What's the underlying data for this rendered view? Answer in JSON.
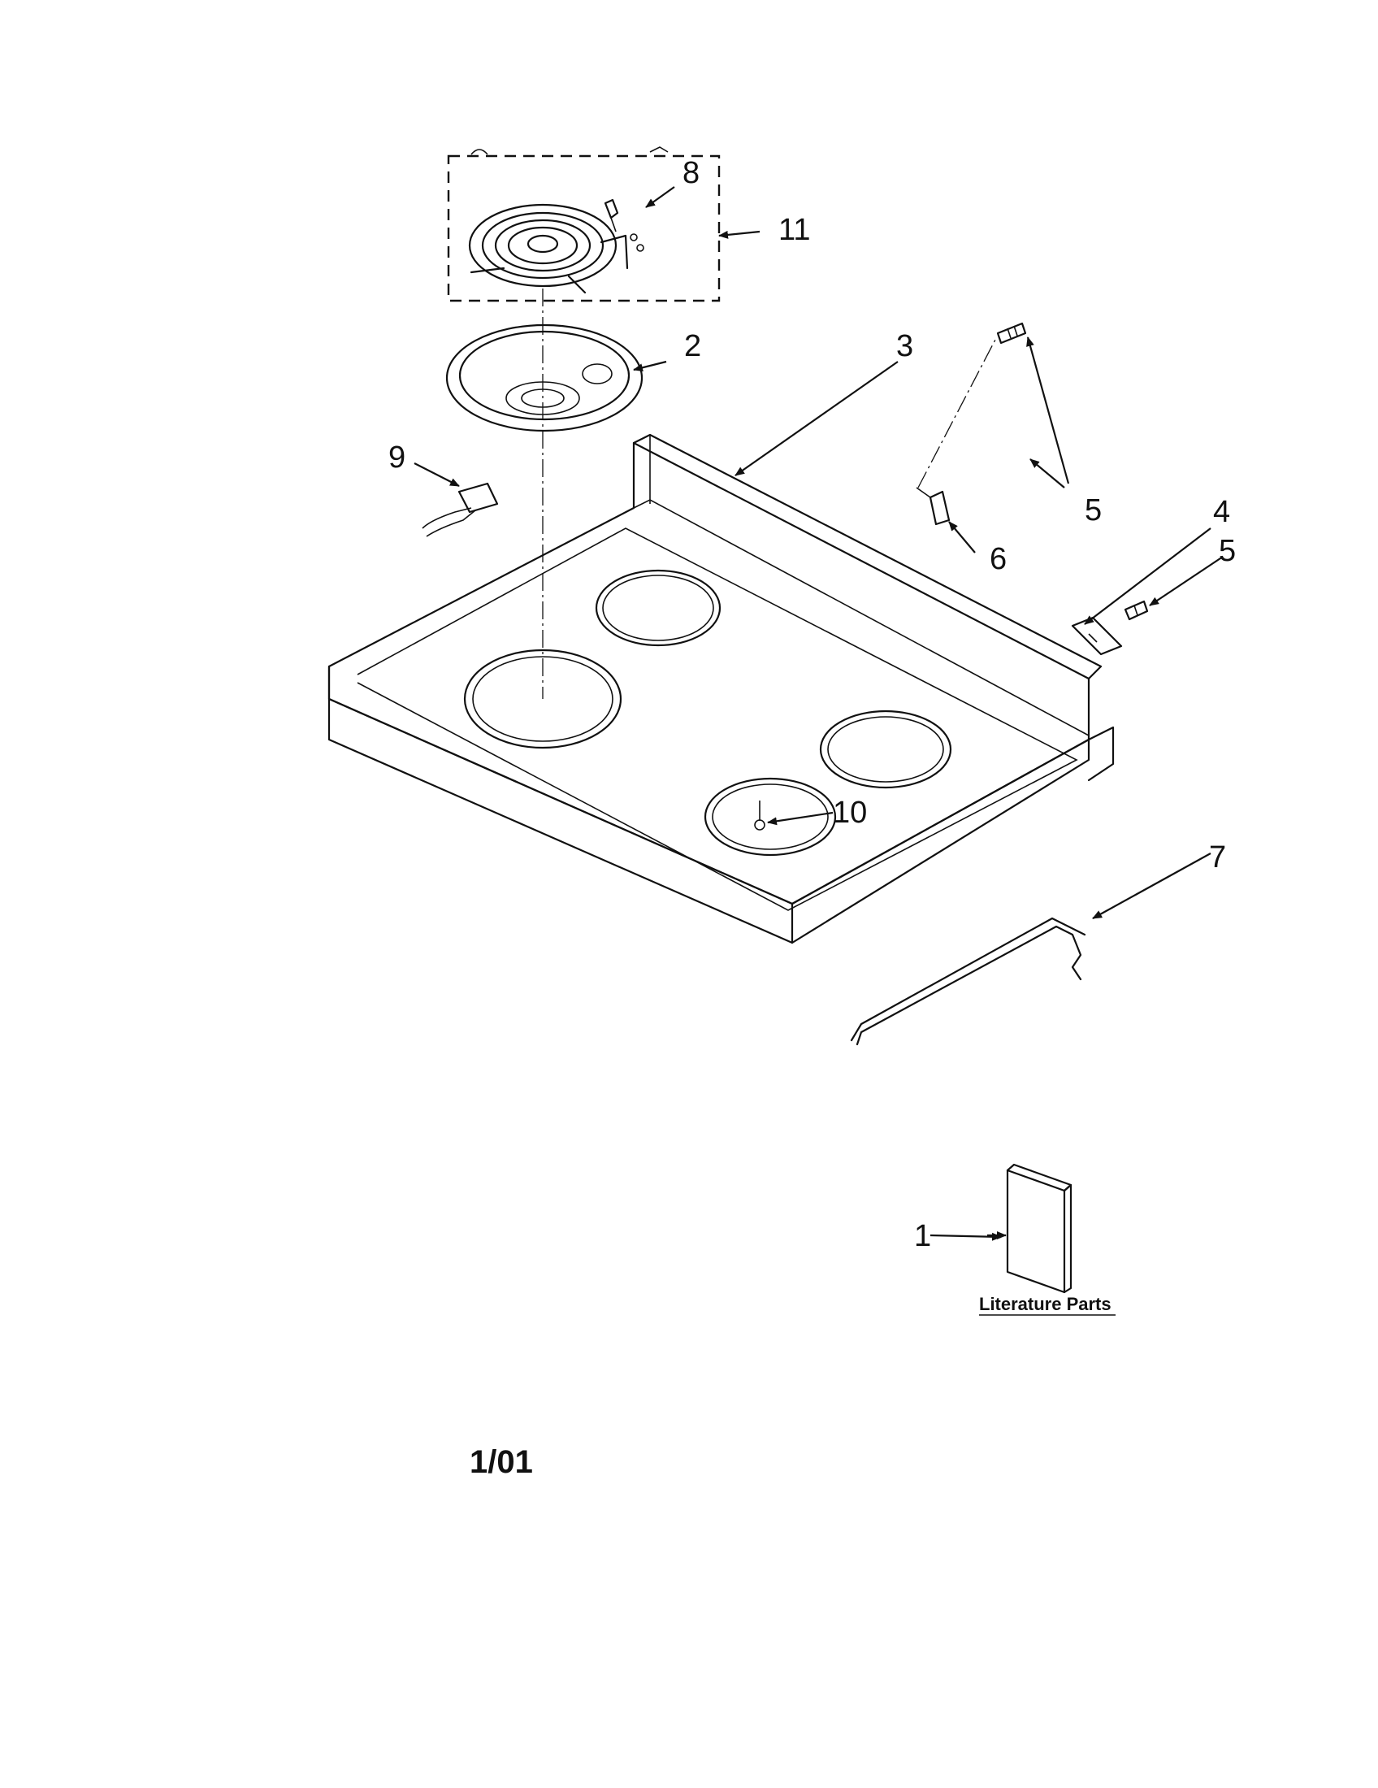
{
  "callouts": {
    "c1": "1",
    "c2": "2",
    "c3": "3",
    "c4": "4",
    "c5a": "5",
    "c5b": "5",
    "c6": "6",
    "c7": "7",
    "c8": "8",
    "c9": "9",
    "c10": "10",
    "c11": "11"
  },
  "literature_label": "Literature Parts",
  "date_code": "1/01"
}
